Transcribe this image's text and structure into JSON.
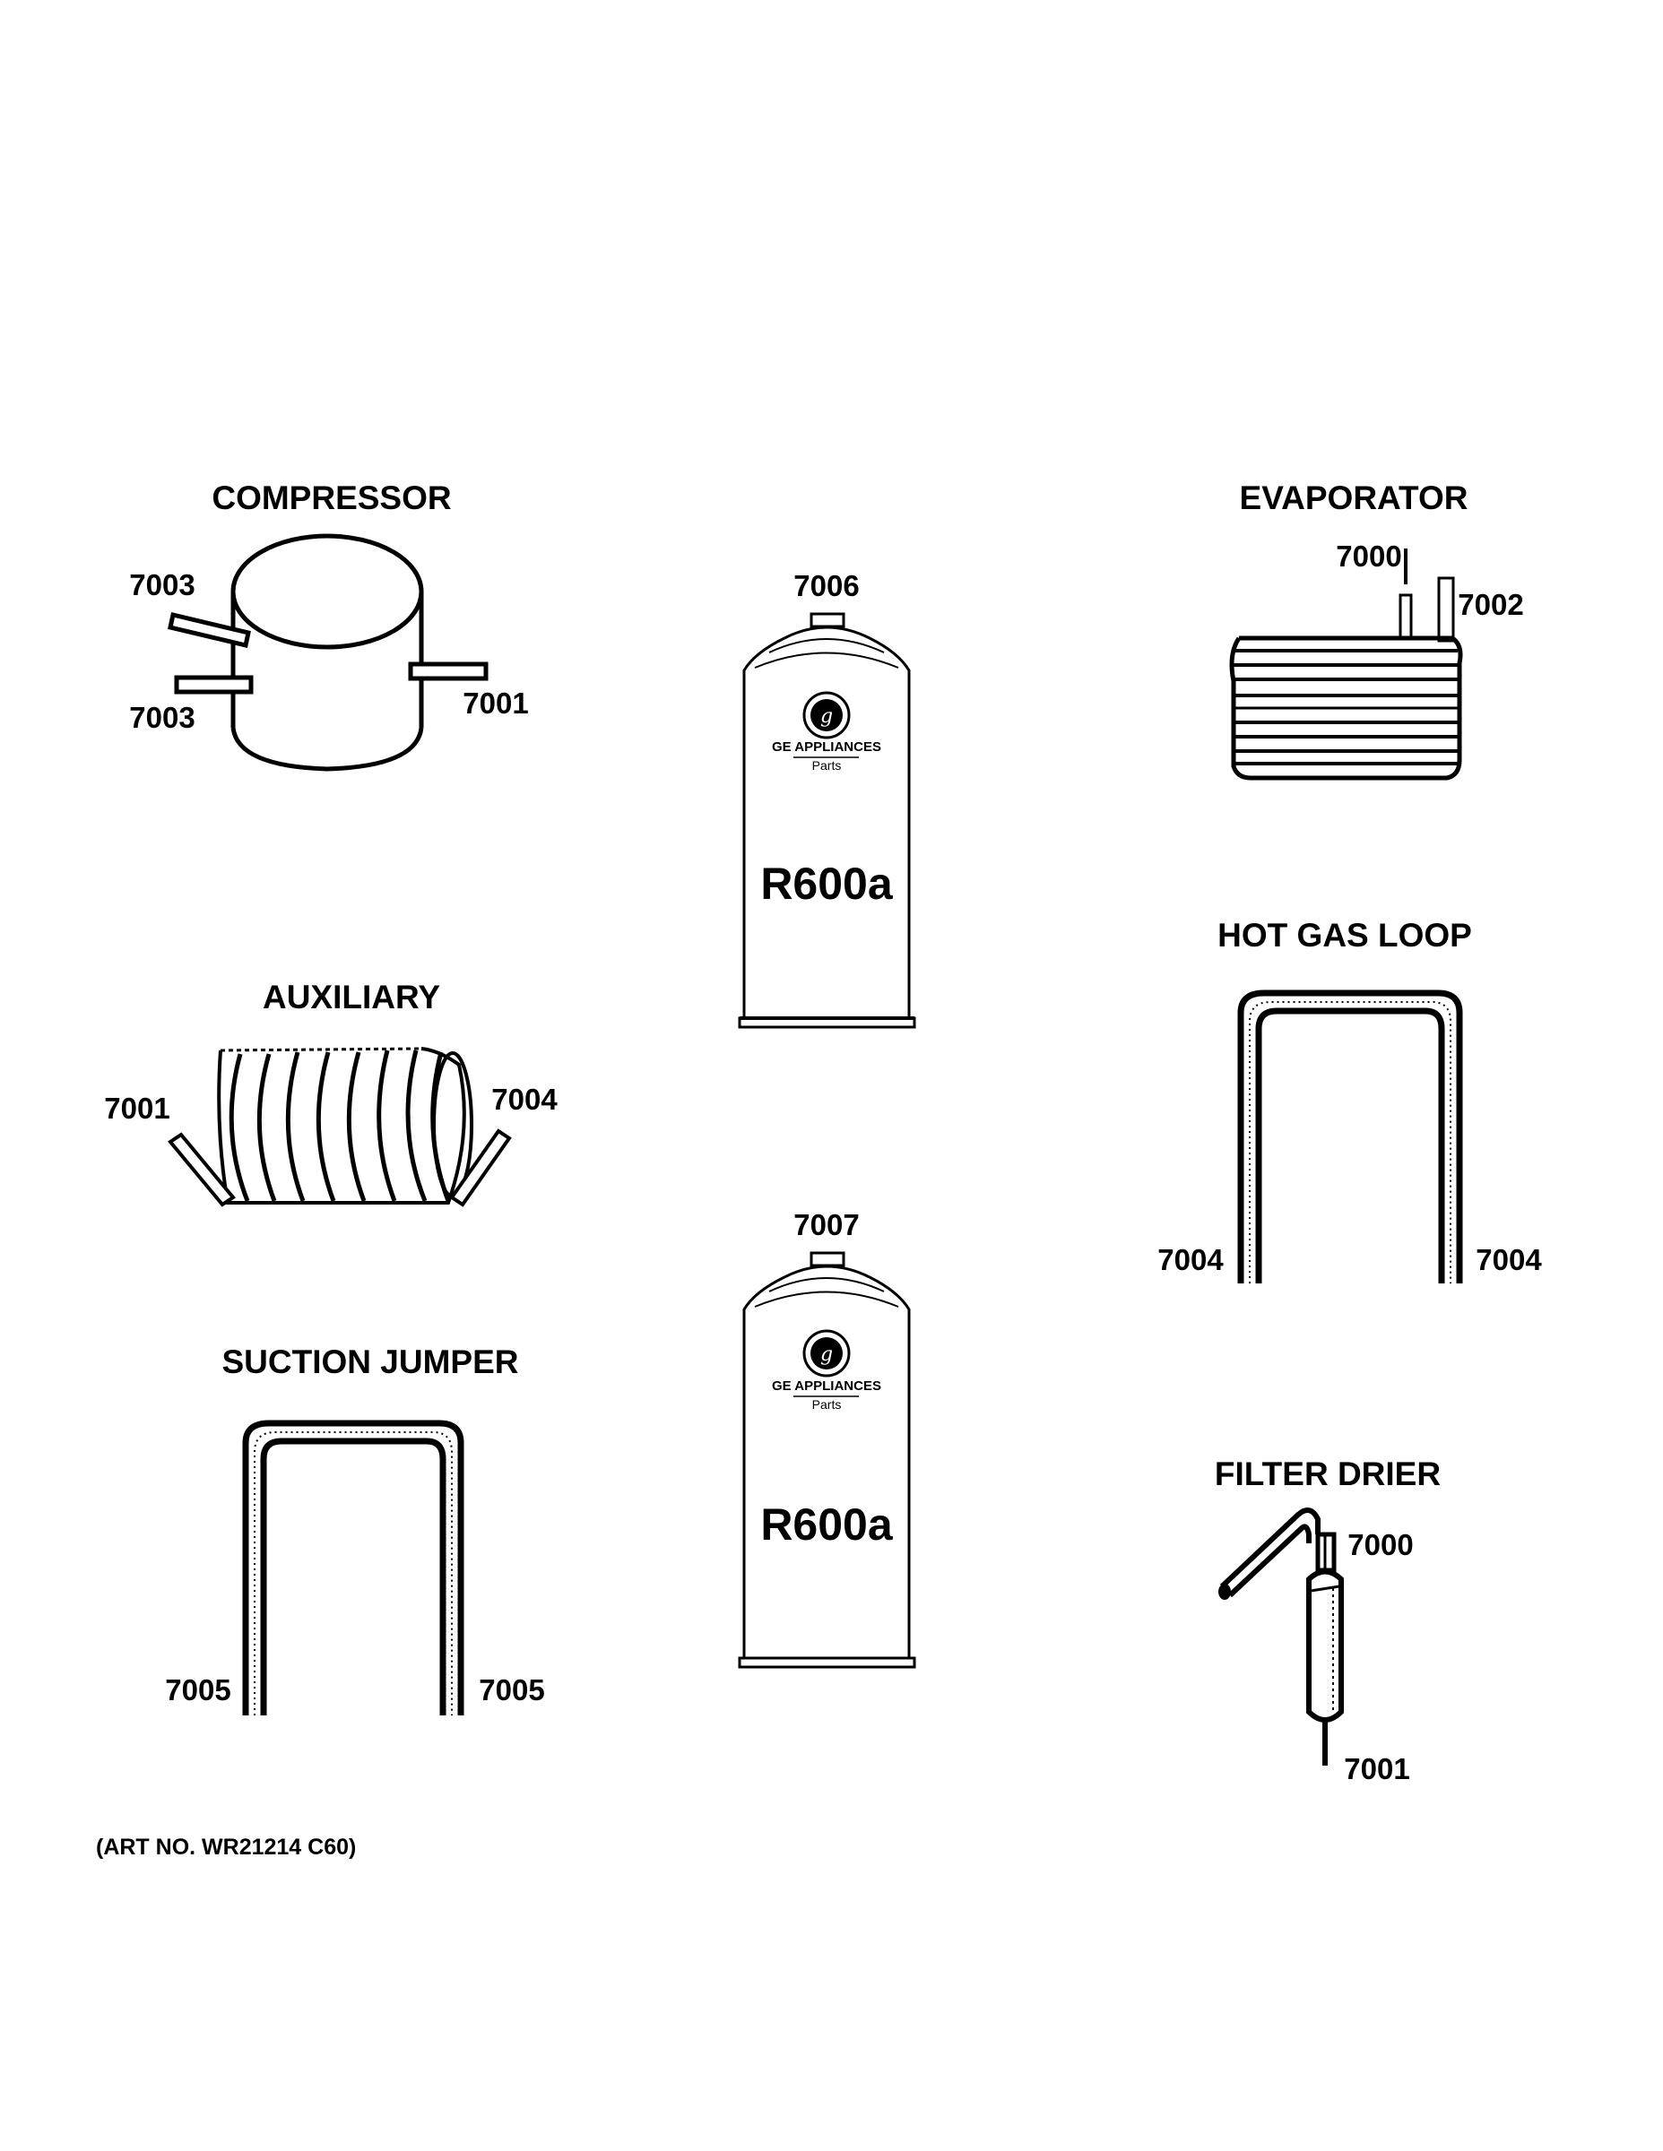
{
  "titles": {
    "compressor": "COMPRESSOR",
    "evaporator": "EVAPORATOR",
    "auxiliary": "AUXILIARY",
    "hot_gas_loop": "HOT GAS LOOP",
    "suction_jumper": "SUCTION JUMPER",
    "filter_drier": "FILTER DRIER"
  },
  "compressor": {
    "label_upper_left": "7003",
    "label_lower_left": "7003",
    "label_right": "7001"
  },
  "evaporator": {
    "label_top": "7000",
    "label_right": "7002"
  },
  "auxiliary": {
    "label_left": "7001",
    "label_right": "7004"
  },
  "hot_gas_loop": {
    "label_left": "7004",
    "label_right": "7004"
  },
  "suction_jumper": {
    "label_left": "7005",
    "label_right": "7005"
  },
  "filter_drier": {
    "label_top": "7000",
    "label_bottom": "7001"
  },
  "can_top": {
    "label": "7006",
    "brand": "GE APPLIANCES",
    "sub": "Parts",
    "refrigerant": "R600a"
  },
  "can_bottom": {
    "label": "7007",
    "brand": "GE APPLIANCES",
    "sub": "Parts",
    "refrigerant": "R600a"
  },
  "art_no": "(ART NO. WR21214 C60)"
}
